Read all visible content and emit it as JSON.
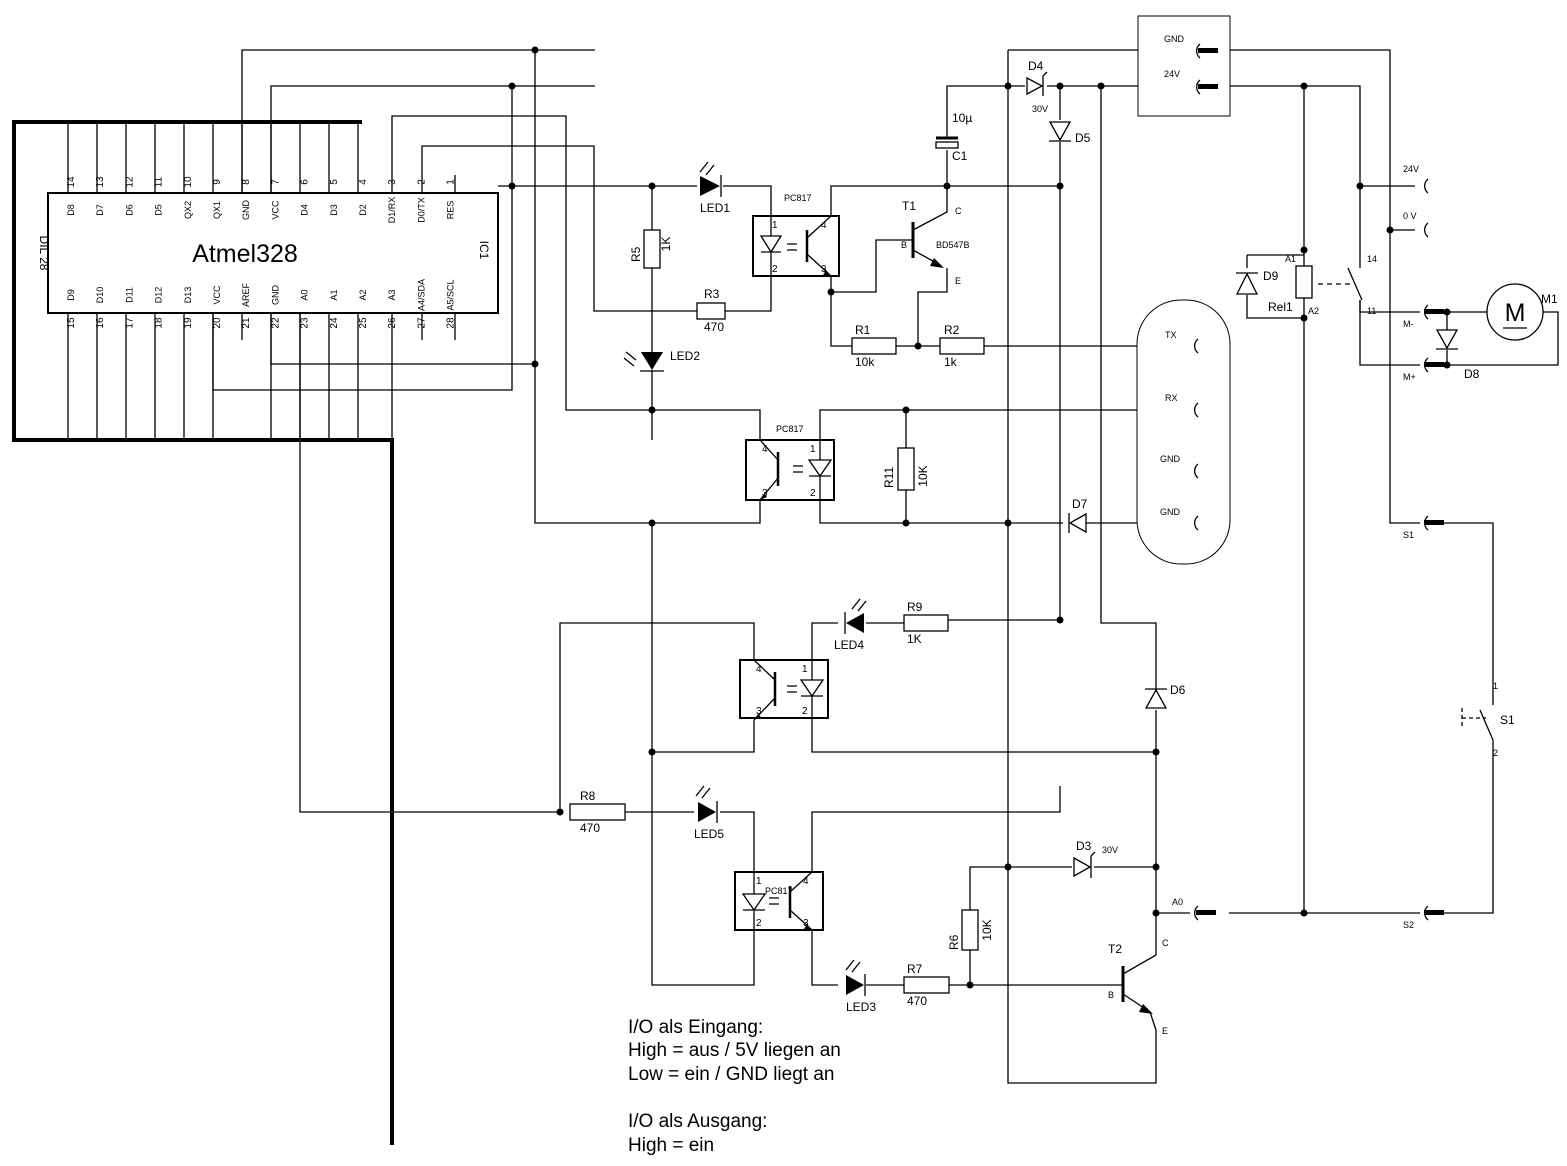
{
  "ic": {
    "ref": "IC1",
    "name": "Atmel328",
    "package": "DIL 28",
    "top_pin_numbers": [
      "14",
      "13",
      "12",
      "11",
      "10",
      "9",
      "8",
      "7",
      "6",
      "5",
      "4",
      "3",
      "2",
      "1"
    ],
    "top_pin_names": [
      "D8",
      "D7",
      "D6",
      "D5",
      "QX2",
      "QX1",
      "GND",
      "VCC",
      "D4",
      "D3",
      "D2",
      "D1/RX",
      "D0/TX",
      "RES"
    ],
    "bottom_pin_numbers": [
      "15",
      "16",
      "17",
      "18",
      "19",
      "20",
      "21",
      "22",
      "23",
      "24",
      "25",
      "26",
      "27",
      "28"
    ],
    "bottom_pin_names": [
      "D9",
      "D10",
      "D11",
      "D12",
      "D13",
      "VCC",
      "AREF",
      "GND",
      "A0",
      "A1",
      "A2",
      "A3",
      "A4/SDA",
      "A5/SCL"
    ]
  },
  "optocouplers": [
    {
      "id": "oc1",
      "label": "PC817",
      "pins": [
        "1",
        "2",
        "3",
        "4"
      ]
    },
    {
      "id": "oc2",
      "label": "PC817",
      "pins": [
        "1",
        "2",
        "3",
        "4"
      ]
    },
    {
      "id": "oc3",
      "label": "",
      "pins": [
        "1",
        "2",
        "3",
        "4"
      ]
    },
    {
      "id": "oc4",
      "label": "PC817",
      "pins": [
        "1",
        "2",
        "3",
        "4"
      ]
    }
  ],
  "resistors": [
    {
      "ref": "R1",
      "value": "10k"
    },
    {
      "ref": "R2",
      "value": "1k"
    },
    {
      "ref": "R3",
      "value": "470"
    },
    {
      "ref": "R5",
      "value": "1K"
    },
    {
      "ref": "R6",
      "value": "10K"
    },
    {
      "ref": "R7",
      "value": "470"
    },
    {
      "ref": "R8",
      "value": "470"
    },
    {
      "ref": "R9",
      "value": "1K"
    },
    {
      "ref": "R11",
      "value": "10K"
    }
  ],
  "leds": [
    "LED1",
    "LED2",
    "LED3",
    "LED4",
    "LED5"
  ],
  "diodes": [
    {
      "ref": "D3",
      "value": "30V"
    },
    {
      "ref": "D4",
      "value": "30V"
    },
    {
      "ref": "D5",
      "value": ""
    },
    {
      "ref": "D6",
      "value": ""
    },
    {
      "ref": "D7",
      "value": ""
    },
    {
      "ref": "D8",
      "value": ""
    },
    {
      "ref": "D9",
      "value": ""
    }
  ],
  "capacitor": {
    "ref": "C1",
    "value": "10µ"
  },
  "transistors": [
    {
      "ref": "T1",
      "type": "BD547B",
      "pins": [
        "B",
        "C",
        "E"
      ]
    },
    {
      "ref": "T2",
      "type": "",
      "pins": [
        "B",
        "C",
        "E"
      ]
    }
  ],
  "relay": {
    "ref": "Rel1",
    "coil_pins": [
      "A1",
      "A2"
    ],
    "contact_pins": [
      "14",
      "11"
    ]
  },
  "motor": {
    "ref": "M1",
    "symbol": "M"
  },
  "switch": {
    "ref": "S1",
    "pins": [
      "1",
      "2"
    ]
  },
  "connectors": {
    "power_in": [
      "GND",
      "24V"
    ],
    "power_out": [
      "24V",
      "0 V"
    ],
    "serial": [
      "TX",
      "RX",
      "GND",
      "GND"
    ],
    "motor": [
      "M-",
      "M+"
    ],
    "switch": [
      "S1",
      "S2"
    ],
    "input": "A0"
  },
  "notes": [
    "I/O als Eingang:",
    "High = aus / 5V liegen an",
    "Low =  ein / GND liegt an",
    "I/O als Ausgang:",
    "High = ein"
  ]
}
